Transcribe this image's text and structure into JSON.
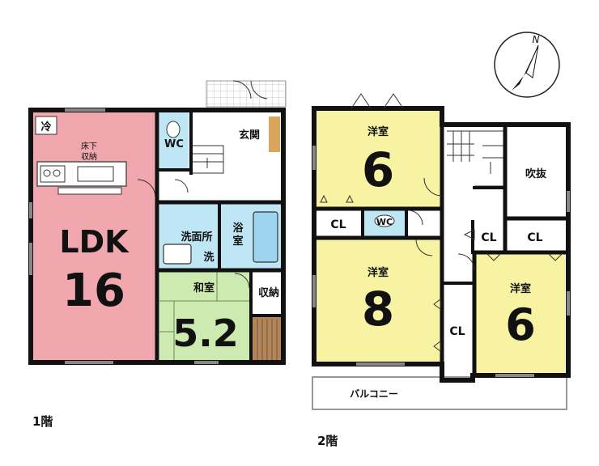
{
  "floor1": {
    "label": "1階",
    "rooms": {
      "ldk_name": "LDK",
      "ldk_size": "16",
      "fridge": "冷",
      "underfloor_storage": "床下\n収納",
      "wc": "WC",
      "entrance": "玄関",
      "washroom": "洗面所",
      "washer": "洗",
      "bathroom": "浴室",
      "japanese_room": "和室",
      "japanese_size": "5.2",
      "storage": "収納"
    }
  },
  "floor2": {
    "label": "2階",
    "rooms": {
      "western_top": "洋室",
      "western_top_size": "6",
      "atrium": "吹抜",
      "cl_a": "CL",
      "wc": "WC",
      "cl_b": "CL",
      "cl_c": "CL",
      "western_center": "洋室",
      "western_center_size": "8",
      "western_right": "洋室",
      "western_right_size": "6",
      "cl_d": "CL",
      "balcony": "バルコニー"
    }
  },
  "compass": {
    "label": "N"
  },
  "colors": {
    "ldk": "#F1A7AE",
    "western": "#F7F3A2",
    "japanese": "#CDEAB0",
    "wet": "#BFE6F5",
    "wall": "#111111",
    "stair_wood": "#B2865A",
    "deck": "#D9D9D9"
  }
}
